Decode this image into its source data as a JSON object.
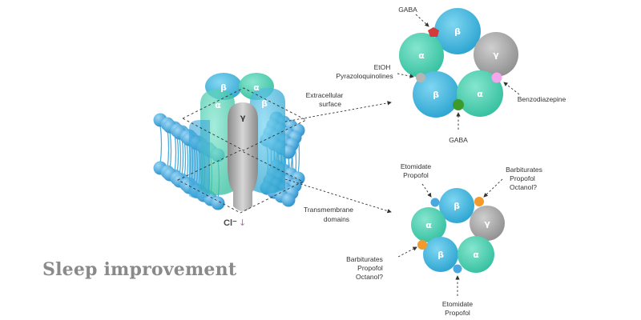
{
  "title": "Sleep improvement",
  "receptor": {
    "subunits": {
      "beta": "β",
      "alpha": "α",
      "gamma": "γ"
    },
    "ion": "Cl⁻",
    "ion_arrow": "↓"
  },
  "callouts": {
    "extracellular": [
      "Extracellular",
      "surface"
    ],
    "transmembrane": [
      "Transmembrane",
      "domains"
    ]
  },
  "top_ring": {
    "subunits": [
      "β",
      "α",
      "γ",
      "β",
      "α"
    ],
    "labels": {
      "gaba_top": "GABA",
      "etoh": [
        "EtOH",
        "Pyrazoloquinolines"
      ],
      "benzo": "Benzodiazepine",
      "gaba_bottom": "GABA"
    }
  },
  "bottom_ring": {
    "subunits": [
      "β",
      "γ",
      "α",
      "β",
      "α"
    ],
    "labels": {
      "etomidate_top": [
        "Etomidate",
        "Propofol"
      ],
      "barbiturates_right": [
        "Barbiturates",
        "Propofol",
        "Octanol?"
      ],
      "barbiturates_left": [
        "Barbiturates",
        "Propofol",
        "Octanol?"
      ],
      "etomidate_bottom": [
        "Etomidate",
        "Propofol"
      ]
    }
  },
  "colors": {
    "beta": "#43b8dd",
    "alpha": "#4fd1b4",
    "gamma": "#a9a9a9",
    "membrane": "#4aaee0",
    "gaba_red": "#d33a3a",
    "gaba_green": "#3e9a2a",
    "etoh_gray": "#b5b5b5",
    "benzo_pink": "#f3a6ee",
    "site_orange": "#f39a2c",
    "site_blue": "#4aa8e0"
  }
}
